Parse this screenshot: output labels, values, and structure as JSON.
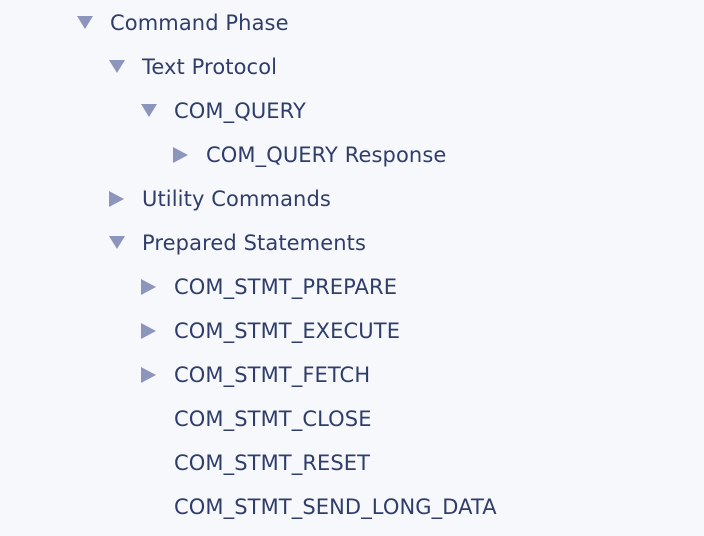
{
  "tree": {
    "command_phase": {
      "label": "Command Phase",
      "expanded": true
    },
    "text_protocol": {
      "label": "Text Protocol",
      "expanded": true
    },
    "com_query": {
      "label": "COM_QUERY",
      "expanded": true
    },
    "com_query_response": {
      "label": "COM_QUERY Response",
      "expanded": false
    },
    "utility_commands": {
      "label": "Utility Commands",
      "expanded": false
    },
    "prepared_statements": {
      "label": "Prepared Statements",
      "expanded": true
    },
    "com_stmt_prepare": {
      "label": "COM_STMT_PREPARE",
      "expanded": false
    },
    "com_stmt_execute": {
      "label": "COM_STMT_EXECUTE",
      "expanded": false
    },
    "com_stmt_fetch": {
      "label": "COM_STMT_FETCH",
      "expanded": false
    },
    "com_stmt_close": {
      "label": "COM_STMT_CLOSE"
    },
    "com_stmt_reset": {
      "label": "COM_STMT_RESET"
    },
    "com_stmt_send_long_data": {
      "label": "COM_STMT_SEND_LONG_DATA"
    }
  },
  "colors": {
    "text": "#2f3d6b",
    "toggle": "#8c95bb",
    "background": "#f7f8fb"
  },
  "icons": {
    "expanded": "triangle-down-icon",
    "collapsed": "triangle-right-icon"
  }
}
